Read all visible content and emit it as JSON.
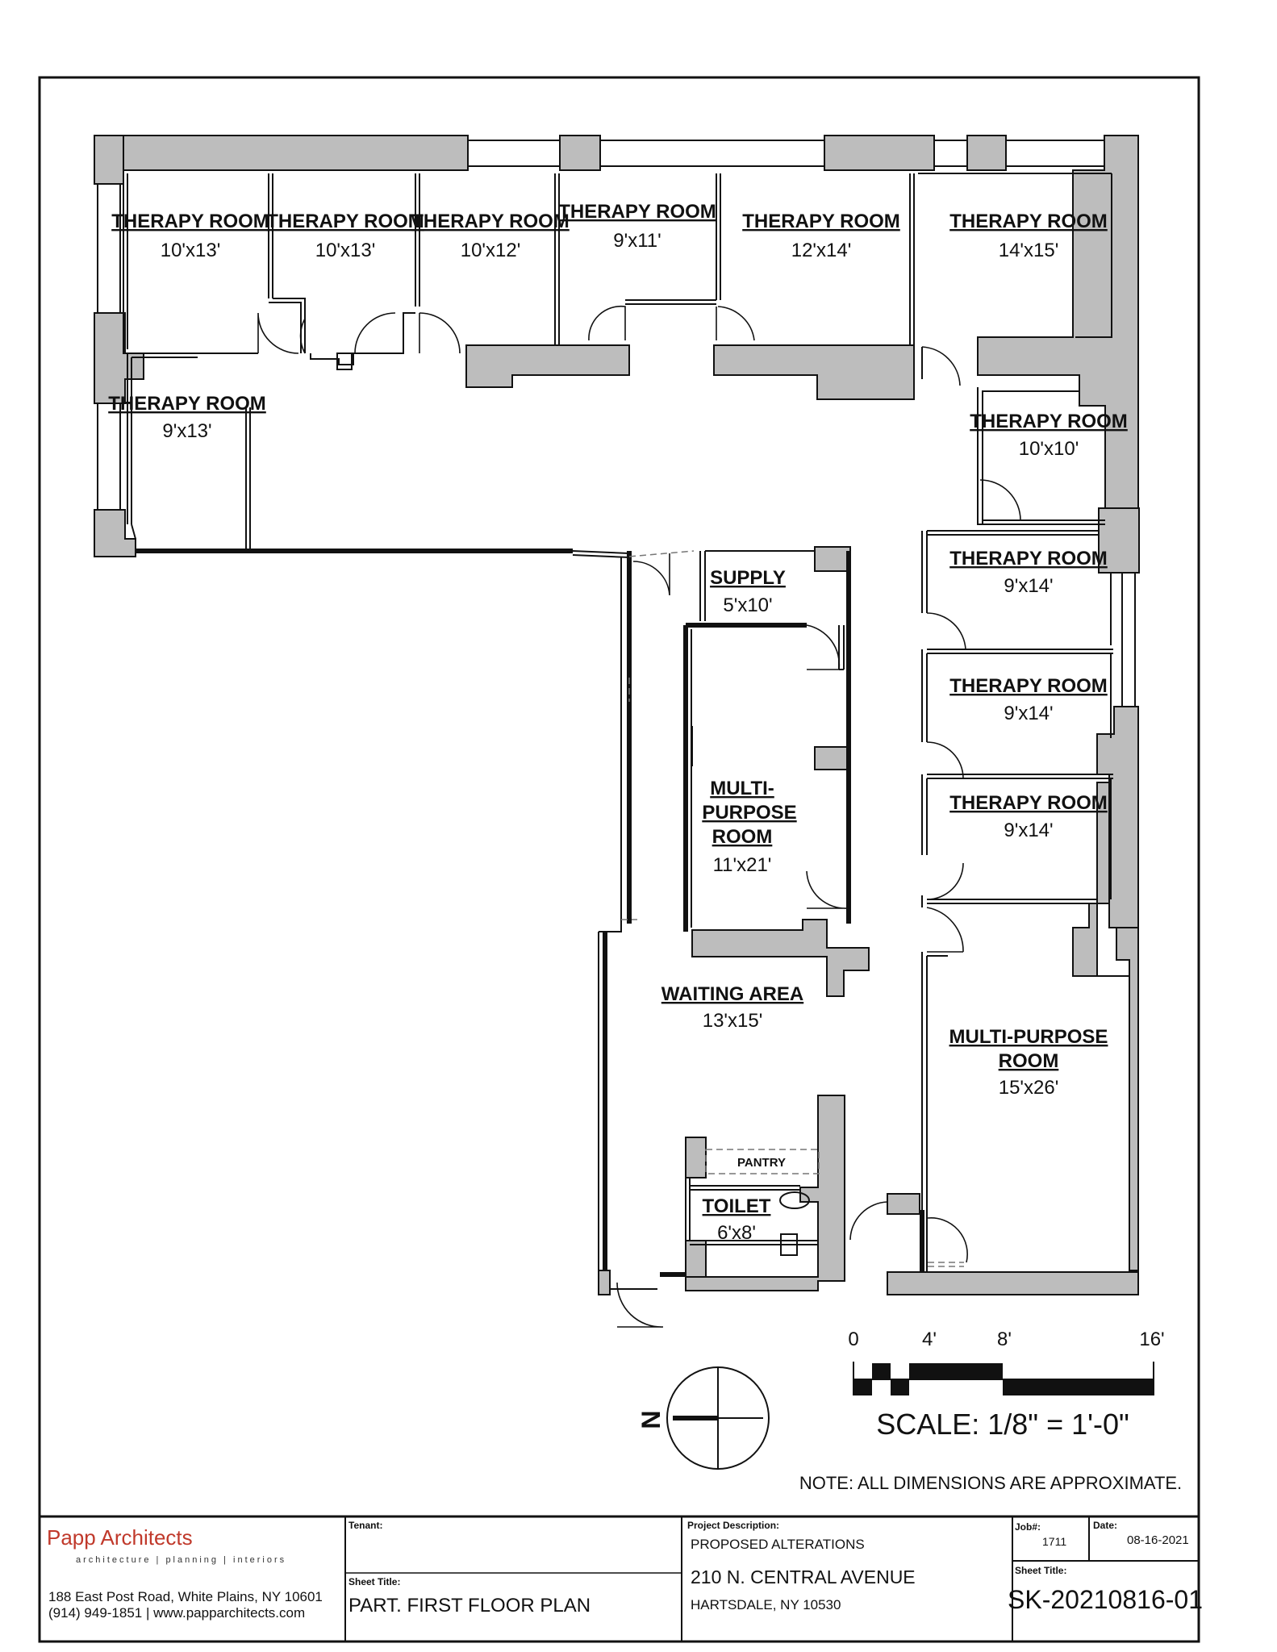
{
  "rooms": [
    {
      "name": "THERAPY ROOM",
      "dim": "10'x13'"
    },
    {
      "name": "THERAPY ROOM",
      "dim": "10'x13'"
    },
    {
      "name": "THERAPY ROOM",
      "dim": "10'x12'"
    },
    {
      "name": "THERAPY ROOM",
      "dim": "9'x11'"
    },
    {
      "name": "THERAPY ROOM",
      "dim": "12'x14'"
    },
    {
      "name": "THERAPY ROOM",
      "dim": "14'x15'"
    },
    {
      "name": "THERAPY ROOM",
      "dim": "9'x13'"
    },
    {
      "name": "THERAPY ROOM",
      "dim": "10'x10'"
    },
    {
      "name": "THERAPY ROOM",
      "dim": "9'x14'"
    },
    {
      "name": "THERAPY ROOM",
      "dim": "9'x14'"
    },
    {
      "name": "THERAPY ROOM",
      "dim": "9'x14'"
    },
    {
      "name": "SUPPLY",
      "dim": "5'x10'"
    },
    {
      "name_lines": [
        "MULTI-",
        "PURPOSE",
        "ROOM"
      ],
      "dim": "11'x21'"
    },
    {
      "name": "WAITING AREA",
      "dim": "13'x15'"
    },
    {
      "name_lines": [
        "MULTI-PURPOSE",
        "ROOM"
      ],
      "dim": "15'x26'"
    },
    {
      "name": "TOILET",
      "dim": "6'x8'"
    },
    {
      "name": "PANTRY"
    }
  ],
  "north_label": "N",
  "scale": {
    "ticks": [
      "0",
      "4'",
      "8'",
      "16'"
    ],
    "text": "SCALE: 1/8\" = 1'-0\"",
    "note": "NOTE: ALL DIMENSIONS ARE APPROXIMATE."
  },
  "title_block": {
    "firm": "Papp Architects",
    "tagline": "architecture | planning | interiors",
    "address": "188 East Post Road, White Plains, NY 10601",
    "contact": "(914) 949-1851 | www.papparchitects.com",
    "tenant_label": "Tenant:",
    "sheet_title_label": "Sheet Title:",
    "sheet_title": "PART. FIRST FLOOR PLAN",
    "project_label": "Project Description:",
    "project_line1": "PROPOSED ALTERATIONS",
    "project_line2": "210 N. CENTRAL AVENUE",
    "project_line3": "HARTSDALE, NY 10530",
    "job_label": "Job#:",
    "job": "1711",
    "date_label": "Date:",
    "date": "08-16-2021",
    "sheet_no_label": "Sheet Title:",
    "sheet_no": "SK-20210816-01"
  },
  "colors": {
    "wall": "#bdbdbd",
    "brand": "#c0392b"
  }
}
